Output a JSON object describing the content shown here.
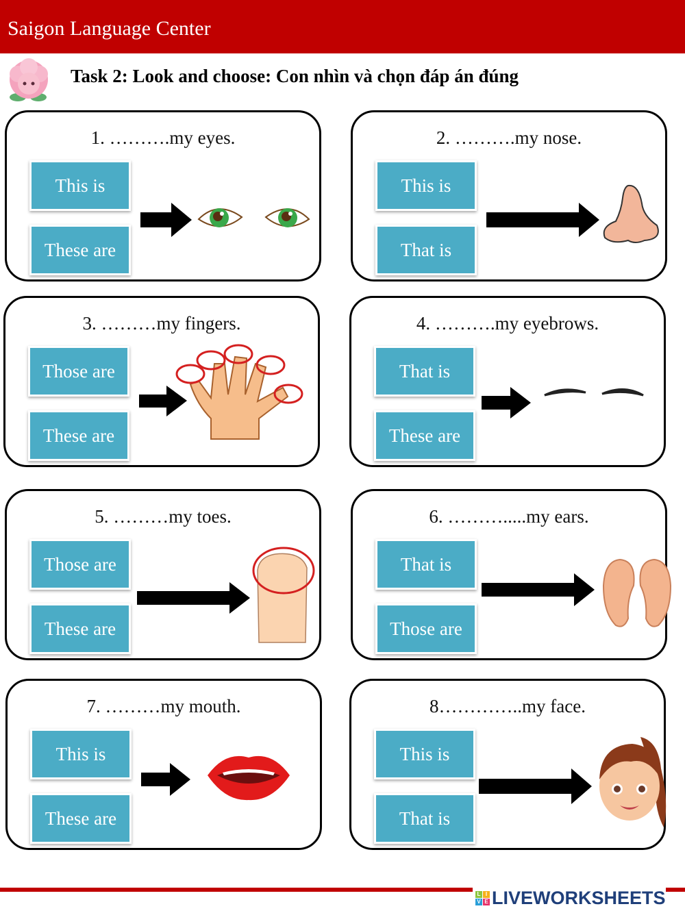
{
  "header": {
    "title": "Saigon Language Center",
    "color": "#c00000"
  },
  "task": {
    "title": "Task 2: Look and choose: Con nhìn và chọn đáp án đúng"
  },
  "questions": [
    {
      "prompt": "1. ……….my eyes.",
      "options": [
        "This is",
        "These are"
      ],
      "picture": "eyes-icon"
    },
    {
      "prompt": "2. ……….my nose.",
      "options": [
        "This is",
        "That is"
      ],
      "picture": "nose-icon"
    },
    {
      "prompt": "3. ………my fingers.",
      "options": [
        "Those are",
        "These are"
      ],
      "picture": "hand-icon"
    },
    {
      "prompt": "4. ……….my eyebrows.",
      "options": [
        "That is",
        "These are"
      ],
      "picture": "eyebrows-icon"
    },
    {
      "prompt": "5. ………my toes.",
      "options": [
        "Those are",
        "These are"
      ],
      "picture": "foot-icon"
    },
    {
      "prompt": "6. ……….....my ears.",
      "options": [
        "That is",
        "Those are"
      ],
      "picture": "ears-icon"
    },
    {
      "prompt": "7. ………my mouth.",
      "options": [
        "This is",
        "These are"
      ],
      "picture": "mouth-icon"
    },
    {
      "prompt": "8…………..my face.",
      "options": [
        "This is",
        "That is"
      ],
      "picture": "face-icon"
    }
  ],
  "option_color": "#4bacc6",
  "footer": {
    "logo_text": "LIVEWORKSHEETS",
    "logo_blocks": [
      "L",
      "I",
      "V",
      "E"
    ]
  }
}
